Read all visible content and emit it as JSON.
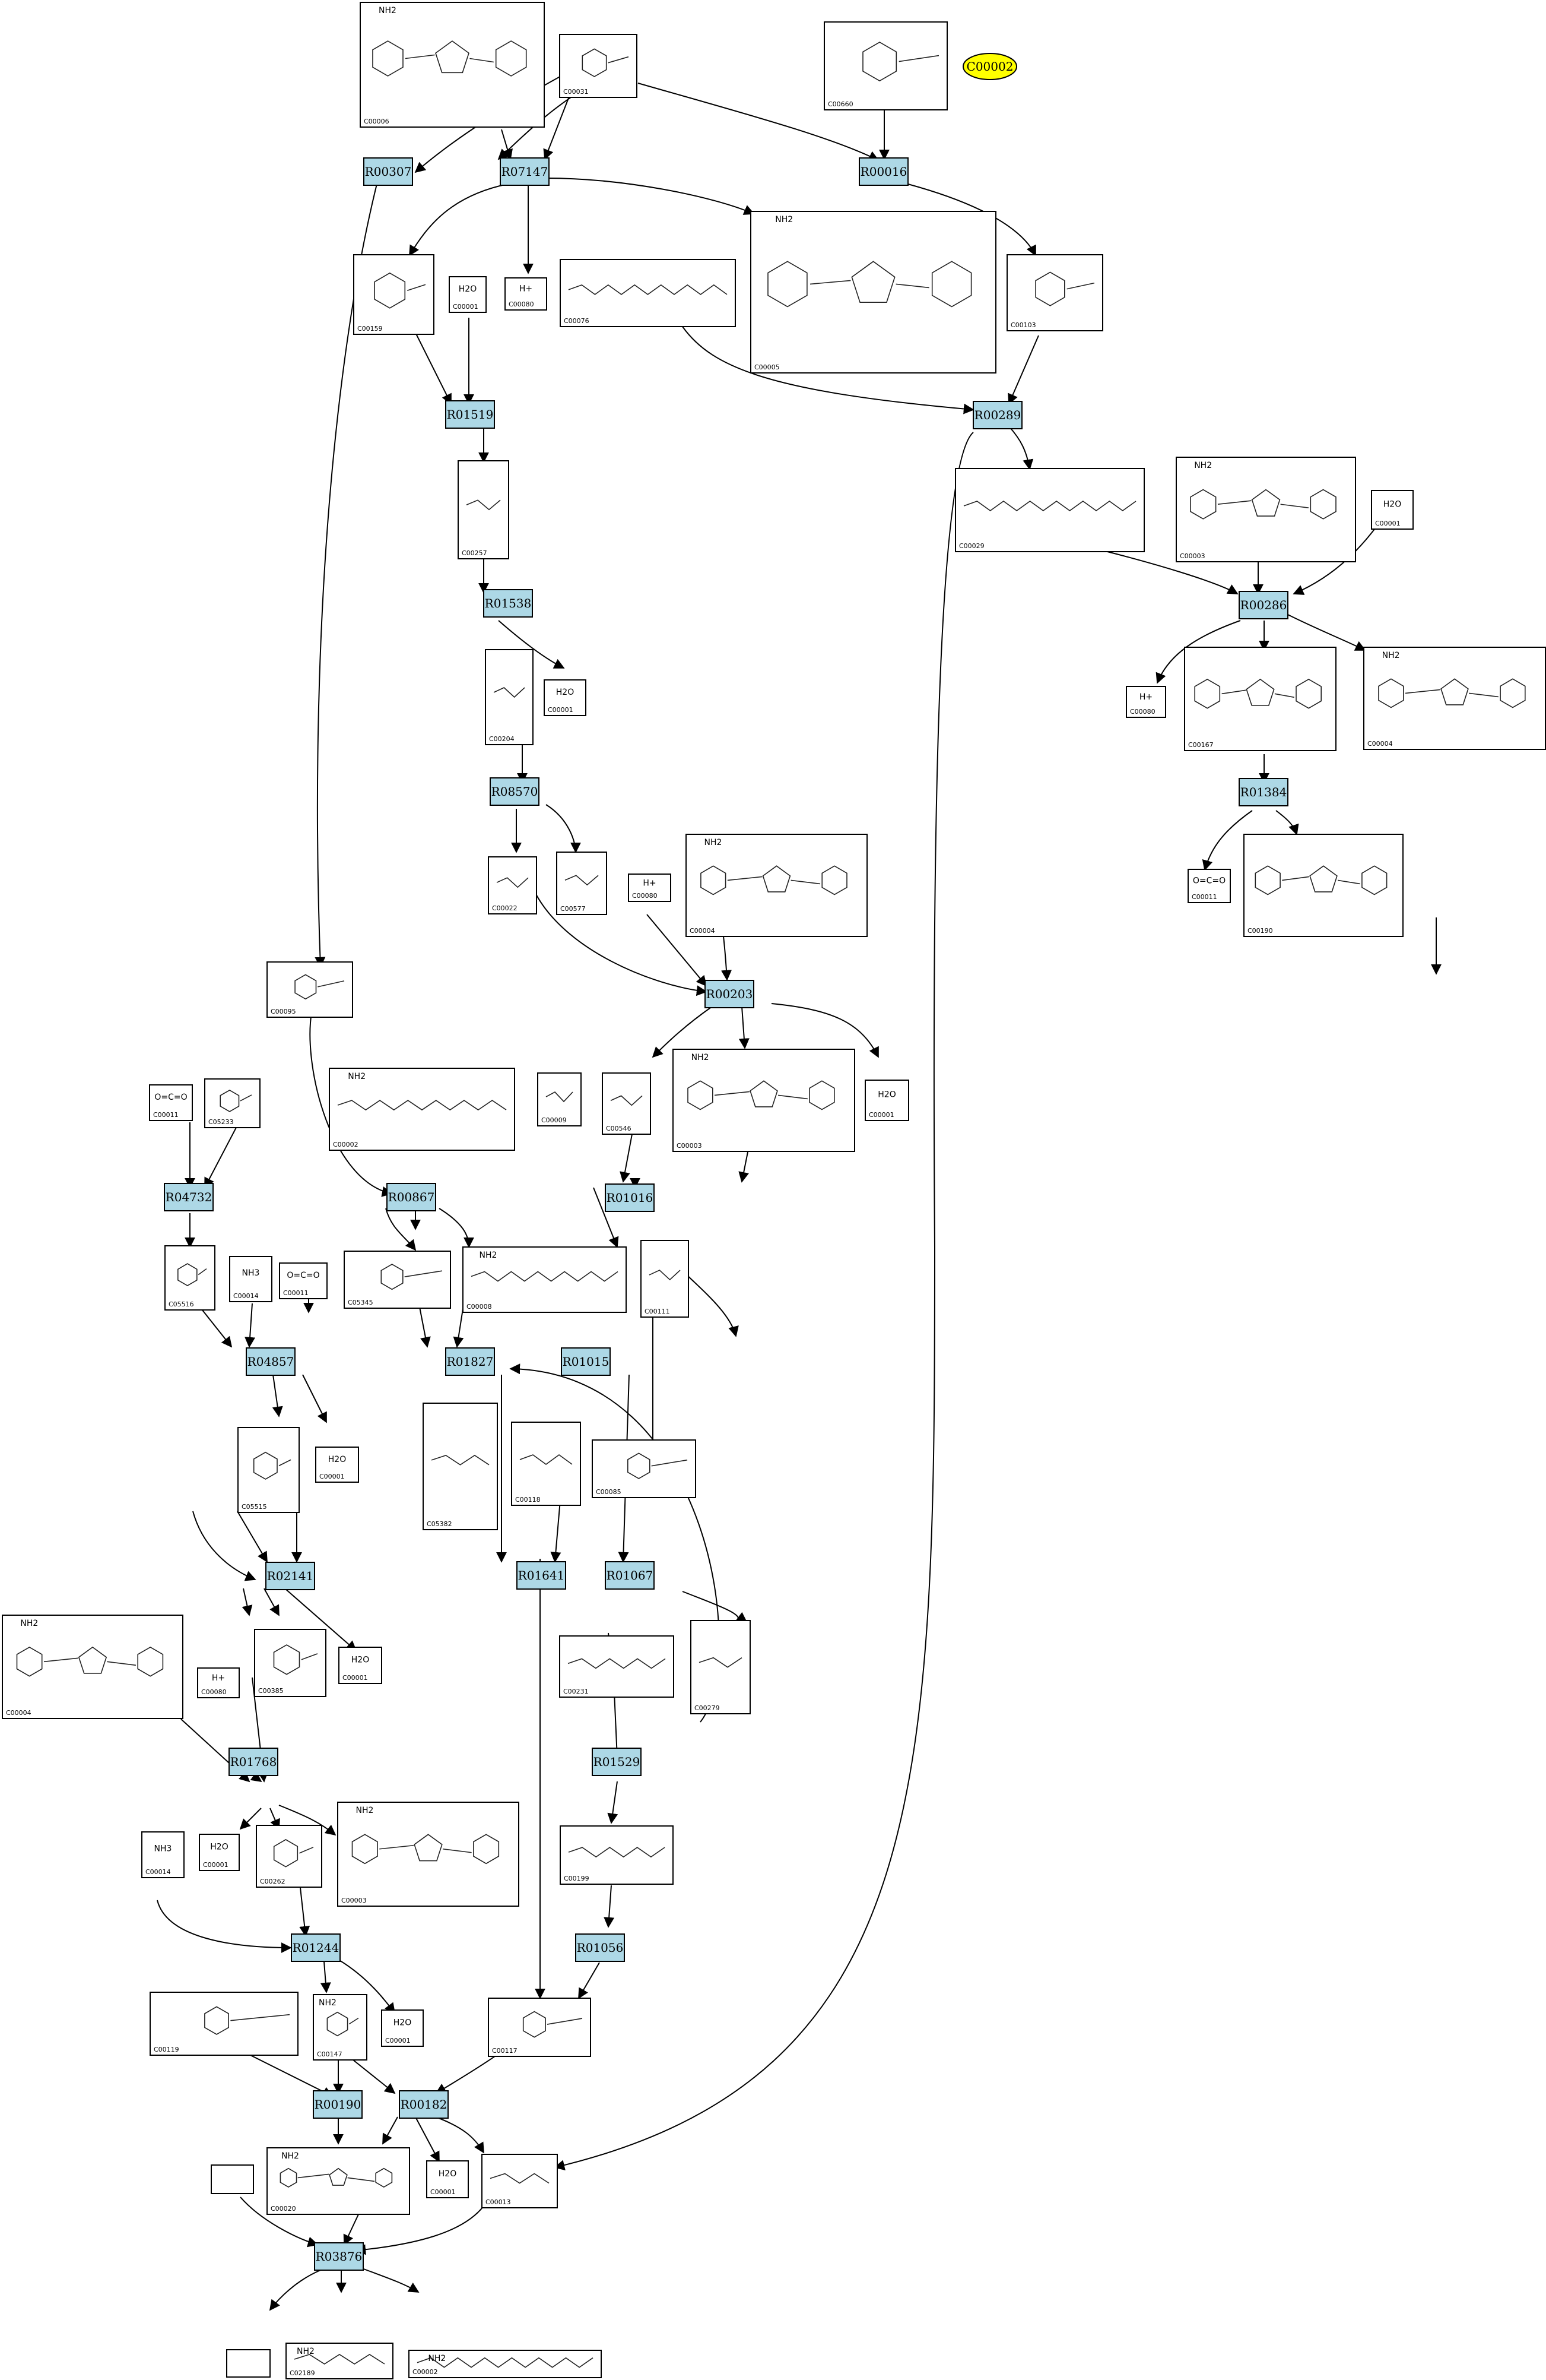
{
  "highlight": {
    "id": "C00002",
    "color": "#ffff00"
  },
  "colors": {
    "reaction_fill": "#add8e6",
    "stroke": "#000000",
    "background": "#ffffff"
  },
  "reactions": [
    {
      "id": "R00307"
    },
    {
      "id": "R07147"
    },
    {
      "id": "R00016"
    },
    {
      "id": "R01519"
    },
    {
      "id": "R00289"
    },
    {
      "id": "R00286"
    },
    {
      "id": "R01538"
    },
    {
      "id": "R08570"
    },
    {
      "id": "R01384"
    },
    {
      "id": "R00203"
    },
    {
      "id": "R04732"
    },
    {
      "id": "R00867"
    },
    {
      "id": "R01016"
    },
    {
      "id": "R04857"
    },
    {
      "id": "R01827"
    },
    {
      "id": "R01015"
    },
    {
      "id": "R02141"
    },
    {
      "id": "R01641"
    },
    {
      "id": "R01067"
    },
    {
      "id": "R01768"
    },
    {
      "id": "R01529"
    },
    {
      "id": "R01244"
    },
    {
      "id": "R01056"
    },
    {
      "id": "R00190"
    },
    {
      "id": "R00182"
    },
    {
      "id": "R03876"
    }
  ],
  "compounds": [
    {
      "id": "C00006",
      "symbol": "NH2"
    },
    {
      "id": "C00031",
      "symbol": ""
    },
    {
      "id": "C00660",
      "symbol": ""
    },
    {
      "id": "C00159",
      "symbol": ""
    },
    {
      "id": "C00001",
      "symbol": "H2O"
    },
    {
      "id": "C00080",
      "symbol": "H+"
    },
    {
      "id": "C00076",
      "symbol": ""
    },
    {
      "id": "C00005",
      "symbol": "NH2"
    },
    {
      "id": "C00103",
      "symbol": ""
    },
    {
      "id": "C00257",
      "symbol": ""
    },
    {
      "id": "C00029",
      "symbol": ""
    },
    {
      "id": "C00003",
      "symbol": "NH2"
    },
    {
      "id": "C00001",
      "symbol": "H2O"
    },
    {
      "id": "C00204",
      "symbol": ""
    },
    {
      "id": "C00001",
      "symbol": "H2O"
    },
    {
      "id": "C00080",
      "symbol": "H+"
    },
    {
      "id": "C00167",
      "symbol": ""
    },
    {
      "id": "C00004",
      "symbol": "NH2"
    },
    {
      "id": "C00022",
      "symbol": ""
    },
    {
      "id": "C00577",
      "symbol": ""
    },
    {
      "id": "C00080",
      "symbol": "H+"
    },
    {
      "id": "C00004",
      "symbol": "NH2"
    },
    {
      "id": "C00011",
      "symbol": "O=C=O"
    },
    {
      "id": "C00190",
      "symbol": ""
    },
    {
      "id": "C00095",
      "symbol": ""
    },
    {
      "id": "C00011",
      "symbol": "O=C=O"
    },
    {
      "id": "C05233",
      "symbol": ""
    },
    {
      "id": "C00002",
      "symbol": "NH2"
    },
    {
      "id": "C00009",
      "symbol": ""
    },
    {
      "id": "C00546",
      "symbol": ""
    },
    {
      "id": "C00003",
      "symbol": "NH2"
    },
    {
      "id": "C00001",
      "symbol": "H2O"
    },
    {
      "id": "C05516",
      "symbol": ""
    },
    {
      "id": "C00014",
      "symbol": "NH3"
    },
    {
      "id": "C00011",
      "symbol": "O=C=O"
    },
    {
      "id": "C05345",
      "symbol": ""
    },
    {
      "id": "C00008",
      "symbol": "NH2"
    },
    {
      "id": "C00111",
      "symbol": ""
    },
    {
      "id": "C05515",
      "symbol": ""
    },
    {
      "id": "C00001",
      "symbol": "H2O"
    },
    {
      "id": "C05382",
      "symbol": ""
    },
    {
      "id": "C00118",
      "symbol": ""
    },
    {
      "id": "C00085",
      "symbol": ""
    },
    {
      "id": "C00004",
      "symbol": "NH2"
    },
    {
      "id": "C00080",
      "symbol": "H+"
    },
    {
      "id": "C00385",
      "symbol": ""
    },
    {
      "id": "C00001",
      "symbol": "H2O"
    },
    {
      "id": "C00231",
      "symbol": ""
    },
    {
      "id": "C00279",
      "symbol": ""
    },
    {
      "id": "C00014",
      "symbol": "NH3"
    },
    {
      "id": "C00001",
      "symbol": "H2O"
    },
    {
      "id": "C00262",
      "symbol": ""
    },
    {
      "id": "C00003",
      "symbol": "NH2"
    },
    {
      "id": "C00199",
      "symbol": ""
    },
    {
      "id": "C00119",
      "symbol": ""
    },
    {
      "id": "C00147",
      "symbol": "NH2"
    },
    {
      "id": "C00001",
      "symbol": "H2O"
    },
    {
      "id": "C00117",
      "symbol": ""
    },
    {
      "id": "C00020",
      "symbol": "NH2"
    },
    {
      "id": "C00001",
      "symbol": "H2O"
    },
    {
      "id": "C00013",
      "symbol": ""
    },
    {
      "id": "",
      "symbol": ""
    },
    {
      "id": "",
      "symbol": ""
    },
    {
      "id": "C02189",
      "symbol": "NH2"
    },
    {
      "id": "C00002",
      "symbol": "NH2"
    }
  ]
}
